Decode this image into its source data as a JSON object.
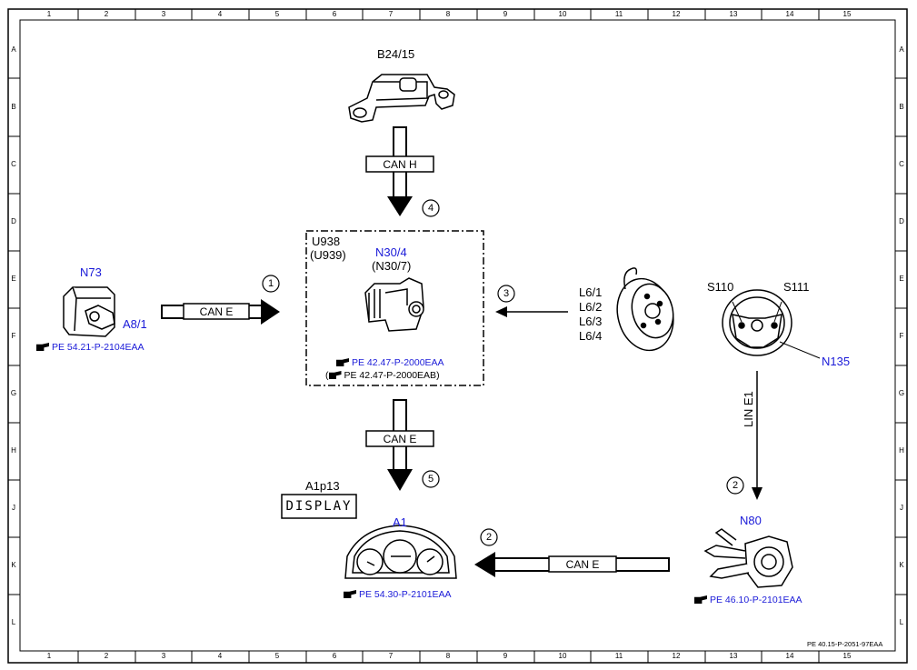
{
  "grid": {
    "columns": [
      "1",
      "2",
      "3",
      "4",
      "5",
      "6",
      "7",
      "8",
      "9",
      "10",
      "11",
      "12",
      "13",
      "14",
      "15"
    ],
    "rows": [
      "A",
      "B",
      "C",
      "D",
      "E",
      "F",
      "G",
      "H",
      "J",
      "K",
      "L"
    ]
  },
  "components": {
    "b24_15": {
      "label": "B24/15"
    },
    "u938": {
      "label1": "U938",
      "label2": "(U939)"
    },
    "n30_4": {
      "label": "N30/4",
      "sub": "(N30/7)",
      "ref1": "PE 42.47-P-2000EAA",
      "ref2_open": "(",
      "ref2": "PE 42.47-P-2000EAB)"
    },
    "n73": {
      "label": "N73",
      "sublabel": "A8/1",
      "ref": "PE 54.21-P-2104EAA"
    },
    "l6": {
      "labels": [
        "L6/1",
        "L6/2",
        "L6/3",
        "L6/4"
      ]
    },
    "n135": {
      "label": "N135",
      "s110": "S110",
      "s111": "S111"
    },
    "n80": {
      "label": "N80",
      "ref": "PE 46.10-P-2101EAA"
    },
    "a1": {
      "label": "A1",
      "display_label": "A1p13",
      "display_text": "DISPLAY",
      "ref": "PE 54.30-P-2101EAA"
    }
  },
  "buses": {
    "can_h": "CAN H",
    "can_e_left": "CAN E",
    "can_e_mid": "CAN E",
    "can_e_bottom": "CAN E",
    "lin_e1": "LIN E1"
  },
  "steps": [
    "1",
    "2",
    "3",
    "4",
    "5",
    "2"
  ],
  "footer": "PE 40.15-P-2051-97EAA",
  "colors": {
    "highlight": "#1a1ad8",
    "line": "#000000"
  }
}
